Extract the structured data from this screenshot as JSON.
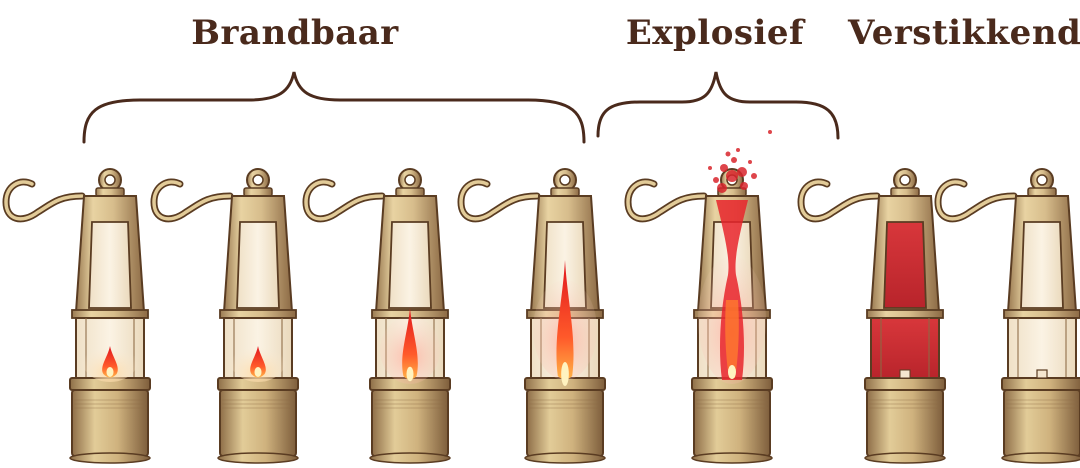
{
  "labels": {
    "flammable": "Brandbaar",
    "explosive": "Explosief",
    "suffocating": "Verstikkend"
  },
  "colors": {
    "brass_light": "#ead6a6",
    "brass_mid": "#c9a876",
    "brass_dark": "#8c6a45",
    "outline": "#5a3c22",
    "glass": "#f6ead6",
    "flame_red": "#e8252b",
    "flame_orange": "#ff7a2e",
    "flame_core": "#fff3c0",
    "choke_red": "#c62a30",
    "text": "#4a2a1c"
  },
  "lamps": [
    {
      "name": "lamp-1-small-flame",
      "flame": "small",
      "state": "flammable"
    },
    {
      "name": "lamp-2-small-flame",
      "flame": "small",
      "state": "flammable"
    },
    {
      "name": "lamp-3-medium-flame",
      "flame": "medium",
      "state": "flammable"
    },
    {
      "name": "lamp-4-tall-flame",
      "flame": "tall",
      "state": "flammable"
    },
    {
      "name": "lamp-5-explosion",
      "flame": "explosion",
      "state": "explosive"
    },
    {
      "name": "lamp-6-red-gas",
      "flame": "none",
      "state": "suffocating"
    },
    {
      "name": "lamp-7-extinguished",
      "flame": "none",
      "state": "out"
    }
  ]
}
